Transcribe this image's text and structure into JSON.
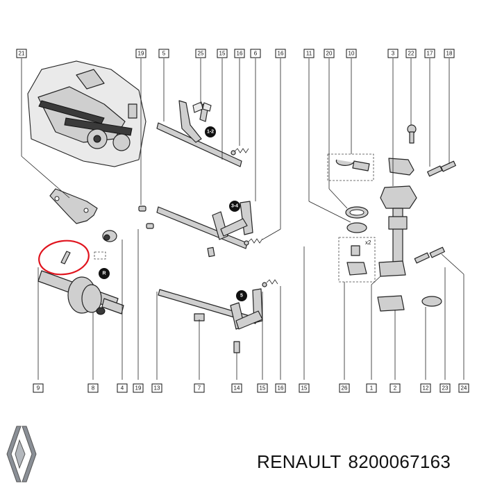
{
  "diagram": {
    "callouts_top": [
      "21",
      "19",
      "5",
      "25",
      "15",
      "16",
      "6",
      "16",
      "11",
      "20",
      "10",
      "3",
      "22",
      "17",
      "18"
    ],
    "callouts_bottom": [
      "9",
      "8",
      "4",
      "19",
      "13",
      "7",
      "14",
      "15",
      "16",
      "15",
      "26",
      "1",
      "2",
      "12",
      "23",
      "24"
    ],
    "badges": [
      "1-2",
      "3-4",
      "5",
      "R"
    ],
    "quantity_label": "x2"
  },
  "caption": {
    "brand": "RENAULT",
    "part_number": "8200067163"
  },
  "colors": {
    "ink": "#111111",
    "highlight_circle": "#e0141e",
    "logo_gray": "#8a8f96"
  }
}
